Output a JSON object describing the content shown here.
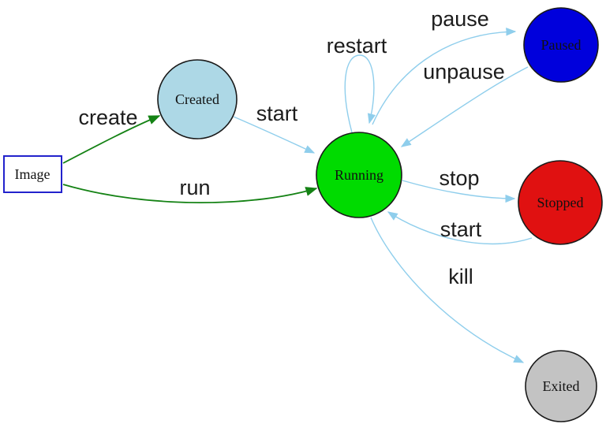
{
  "palette": {
    "edge_blue": "#8FCEEC",
    "edge_green": "#148214",
    "node_border": "#1a1a1a"
  },
  "nodes": {
    "image": {
      "label": "Image",
      "fill": "#ffffff",
      "border": "#2222CC"
    },
    "created": {
      "label": "Created",
      "fill": "#ADD8E6"
    },
    "running": {
      "label": "Running",
      "fill": "#00DB00"
    },
    "paused": {
      "label": "Paused",
      "fill": "#0000DC"
    },
    "stopped": {
      "label": "Stopped",
      "fill": "#E01111"
    },
    "exited": {
      "label": "Exited",
      "fill": "#C3C3C3"
    }
  },
  "edges": {
    "create": {
      "label": "create"
    },
    "run": {
      "label": "run"
    },
    "start_created": {
      "label": "start"
    },
    "restart": {
      "label": "restart"
    },
    "pause": {
      "label": "pause"
    },
    "unpause": {
      "label": "unpause"
    },
    "stop": {
      "label": "stop"
    },
    "start_stopped": {
      "label": "start"
    },
    "kill": {
      "label": "kill"
    }
  }
}
